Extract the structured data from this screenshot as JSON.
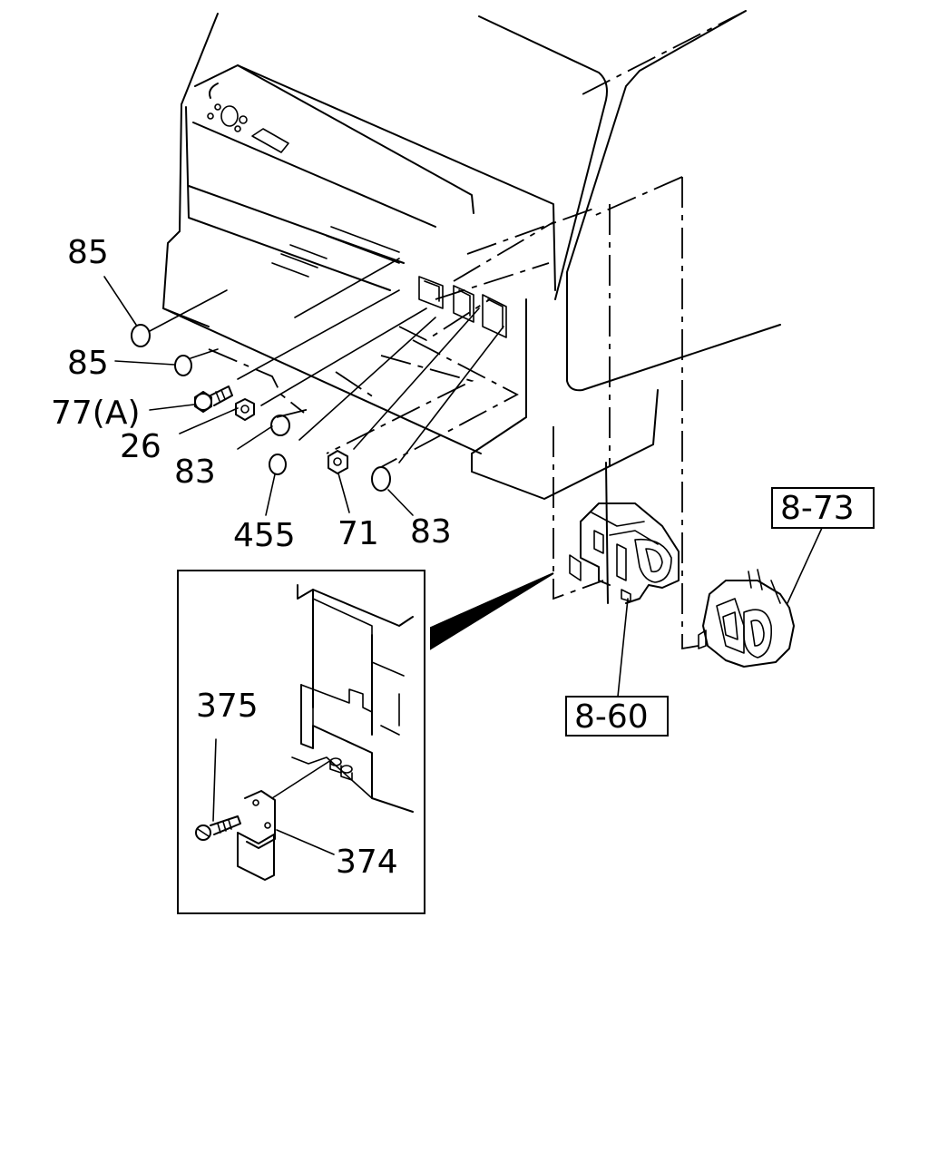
{
  "callouts": {
    "p85a": "85",
    "p85b": "85",
    "p77a": "77(A)",
    "p26": "26",
    "p83a": "83",
    "p455": "455",
    "p71": "71",
    "p83b": "83",
    "p375": "375",
    "p374": "374"
  },
  "refs": {
    "r873": "8-73",
    "r860": "8-60"
  }
}
